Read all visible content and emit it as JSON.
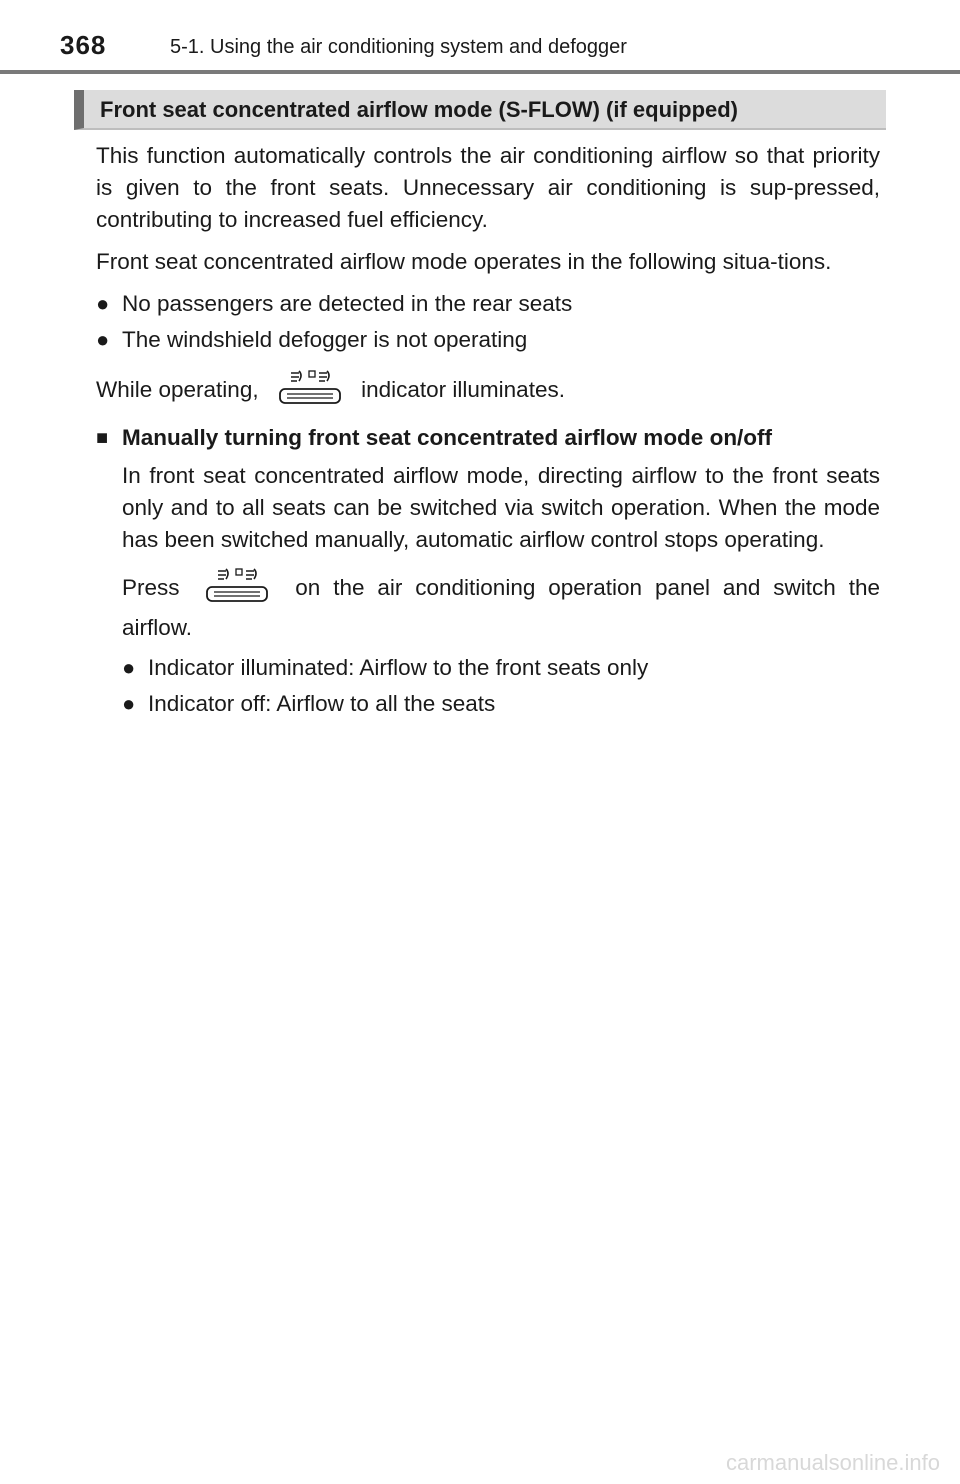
{
  "header": {
    "page_number": "368",
    "chapter": "5-1. Using the air conditioning system and defogger"
  },
  "section": {
    "title": "Front seat concentrated airflow mode (S-FLOW) (if equipped)"
  },
  "body": {
    "intro": "This function automatically controls the air conditioning airflow so that priority is given to the front seats. Unnecessary air conditioning is sup-pressed, contributing to increased fuel efficiency.",
    "situations_intro": "Front seat concentrated airflow mode operates in the following situa-tions.",
    "situations": [
      "No passengers are detected in the rear seats",
      "The windshield defogger is not operating"
    ],
    "operating_prefix": "While operating,",
    "operating_suffix": "indicator illuminates.",
    "subheading": "Manually turning front seat concentrated airflow mode on/off",
    "manual_text": "In front seat concentrated airflow mode, directing airflow to the front seats only and to all seats can be switched via switch operation. When the mode has been switched manually, automatic airflow control stops operating.",
    "press_prefix": "Press",
    "press_suffix": "on the air conditioning operation panel and switch the airflow.",
    "options": [
      "Indicator illuminated: Airflow to the front seats only",
      "Indicator off: Airflow to all the seats"
    ]
  },
  "icons": {
    "bullet": "●",
    "subhead_marker": "■",
    "switch_icon": "s-flow-switch-icon"
  },
  "footer": {
    "watermark": "carmanualsonline.info"
  },
  "colors": {
    "header_rule": "#7a7a7a",
    "section_bg": "#dcdcdc",
    "section_bar": "#6e6e6e",
    "watermark": "#d8d8d8"
  }
}
